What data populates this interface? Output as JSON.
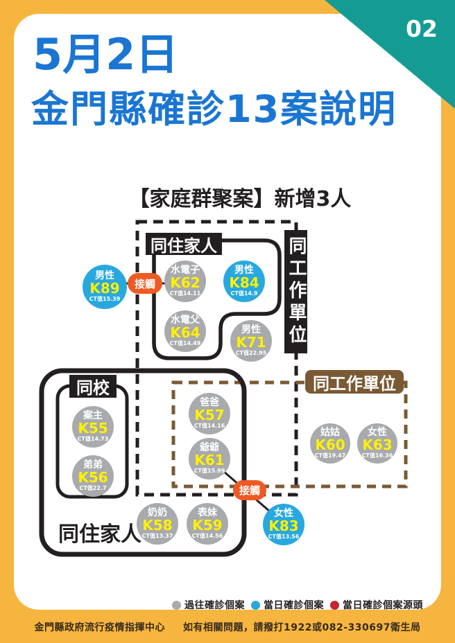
{
  "page": {
    "number": "02"
  },
  "header": {
    "date": "5月2日",
    "title": "金門縣確診13案說明",
    "subtitle": "【家庭群聚案】新增3人"
  },
  "groups": {
    "cohabit_top": "同住家人",
    "same_work_vertical": "同工作單位",
    "same_school": "同校",
    "same_work_brown": "同工作單位",
    "cohabit_bottom": "同住家人"
  },
  "contact": {
    "label": "接觸"
  },
  "nodes": [
    {
      "id": "K89",
      "label": "男性",
      "code": "K89",
      "ct": "CT值15.39",
      "type": "當日確診個案"
    },
    {
      "id": "K62",
      "label": "水電子",
      "code": "K62",
      "ct": "CT值14.11",
      "type": "過往確診個案"
    },
    {
      "id": "K84",
      "label": "男性",
      "code": "K84",
      "ct": "CT值14.9",
      "type": "當日確診個案"
    },
    {
      "id": "K64",
      "label": "水電父",
      "code": "K64",
      "ct": "CT值14.49",
      "type": "過往確診個案"
    },
    {
      "id": "K71",
      "label": "男性",
      "code": "K71",
      "ct": "CT值22.95",
      "type": "過往確診個案"
    },
    {
      "id": "K55",
      "label": "案主",
      "code": "K55",
      "ct": "CT值14.73",
      "type": "過往確診個案"
    },
    {
      "id": "K56",
      "label": "弟弟",
      "code": "K56",
      "ct": "CT值22.7",
      "type": "過往確診個案"
    },
    {
      "id": "K57",
      "label": "爸爸",
      "code": "K57",
      "ct": "CT值14.16",
      "type": "過往確診個案"
    },
    {
      "id": "K61",
      "label": "爺爺",
      "code": "K61",
      "ct": "CT值15.99",
      "type": "過往確診個案"
    },
    {
      "id": "K58",
      "label": "奶奶",
      "code": "K58",
      "ct": "CT值13.37",
      "type": "過往確診個案"
    },
    {
      "id": "K59",
      "label": "表妹",
      "code": "K59",
      "ct": "CT值14.56",
      "type": "過往確診個案"
    },
    {
      "id": "K83",
      "label": "女性",
      "code": "K83",
      "ct": "CT值13.56",
      "type": "當日確診個案"
    },
    {
      "id": "K60",
      "label": "姑姑",
      "code": "K60",
      "ct": "CT值19.47",
      "type": "過往確診個案"
    },
    {
      "id": "K63",
      "label": "女性",
      "code": "K63",
      "ct": "CT值16.36",
      "type": "過往確診個案"
    }
  ],
  "legend": [
    {
      "label": "過往確診個案",
      "color": "#A8AAAD"
    },
    {
      "label": "當日確診個案",
      "color": "#29A8E0"
    },
    {
      "label": "當日確診個案源頭",
      "color": "#C1272D"
    }
  ],
  "footer": {
    "org": "金門縣政府流行疫情指揮中心",
    "info": "如有相關問題，請撥打1922或082-330697衛生局"
  },
  "colors": {
    "background_yellow": "#F6B53F",
    "corner_teal": "#149C94",
    "title_blue": "#1A76D2",
    "node_gray": "#A8AAAD",
    "node_blue": "#29A8E0",
    "code_yellow": "#FFF100",
    "contact_orange": "#EE5A24",
    "work_brown": "#7A5A34",
    "ink_black": "#231F20"
  }
}
